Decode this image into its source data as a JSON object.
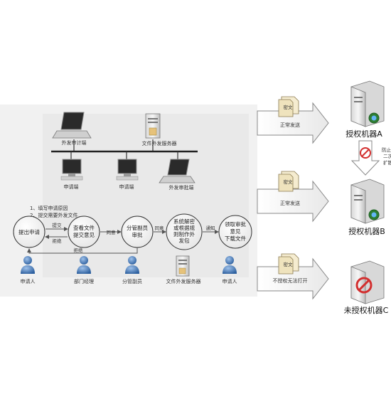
{
  "network": {
    "top_laptop": "外发审计端",
    "file_server": "文件外发服务器",
    "client_1": "申请端",
    "client_2": "申请端",
    "approval_laptop": "外发审批端"
  },
  "steps": {
    "line_1": "1、填写申请原因",
    "line_2": "2、提交需要外发文件"
  },
  "flow": {
    "node_1": [
      "提出申请"
    ],
    "node_2": [
      "查看文件",
      "提交意见"
    ],
    "node_3": [
      "分管副员",
      "审批"
    ],
    "node_4": [
      "系统解密",
      "或根据规",
      "则制作外",
      "发包"
    ],
    "node_5": [
      "领取审批",
      "意见",
      "下载文件"
    ],
    "edge_submit": "提交",
    "edge_reject": "拒绝",
    "edge_agree_1": "同意",
    "edge_agree_2": "同意",
    "edge_notify": "通知",
    "edge_bottom_reject": "拒绝"
  },
  "roles": {
    "applicant_1": "申请人",
    "manager": "部门经理",
    "deputy": "分管副员",
    "server": "文件外发服务器",
    "applicant_2": "申请人"
  },
  "right": {
    "doc_label": "密文",
    "send_1": "正常发送",
    "send_2": "正常发送",
    "send_3": "不授权无法打开",
    "machine_a": "授权机器A",
    "machine_b": "授权机器B",
    "machine_c": "未授权机器C",
    "prevent": [
      "防止",
      "二次",
      "扩散"
    ]
  }
}
